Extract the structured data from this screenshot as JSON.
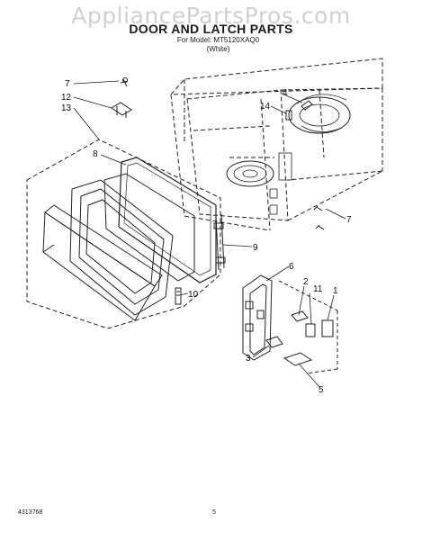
{
  "header": {
    "watermark": "AppliancePartsPros.com",
    "title": "DOOR AND LATCH PARTS",
    "model_line": "For Model: MT5120XAQ0",
    "color_line": "(White)"
  },
  "callouts": [
    "7",
    "12",
    "13",
    "8",
    "4",
    "14",
    "7",
    "9",
    "10",
    "6",
    "2",
    "11",
    "1",
    "3",
    "5"
  ],
  "footer": {
    "doc_number": "4313768",
    "page_number": "5"
  }
}
